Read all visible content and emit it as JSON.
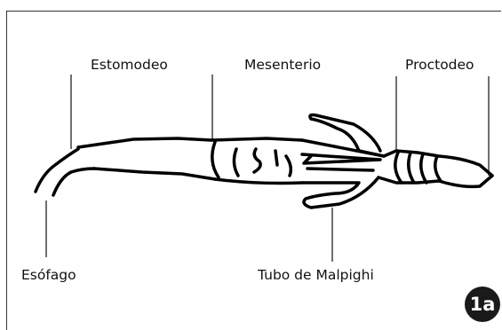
{
  "labels": {
    "estomodeo": "Estomodeo",
    "mesenterio": "Mesenterio",
    "proctodeo": "Proctodeo",
    "esofago": "Esófago",
    "tubo_malpighi": "Tubo de Malpighi"
  },
  "figure": {
    "badge": "1a"
  }
}
